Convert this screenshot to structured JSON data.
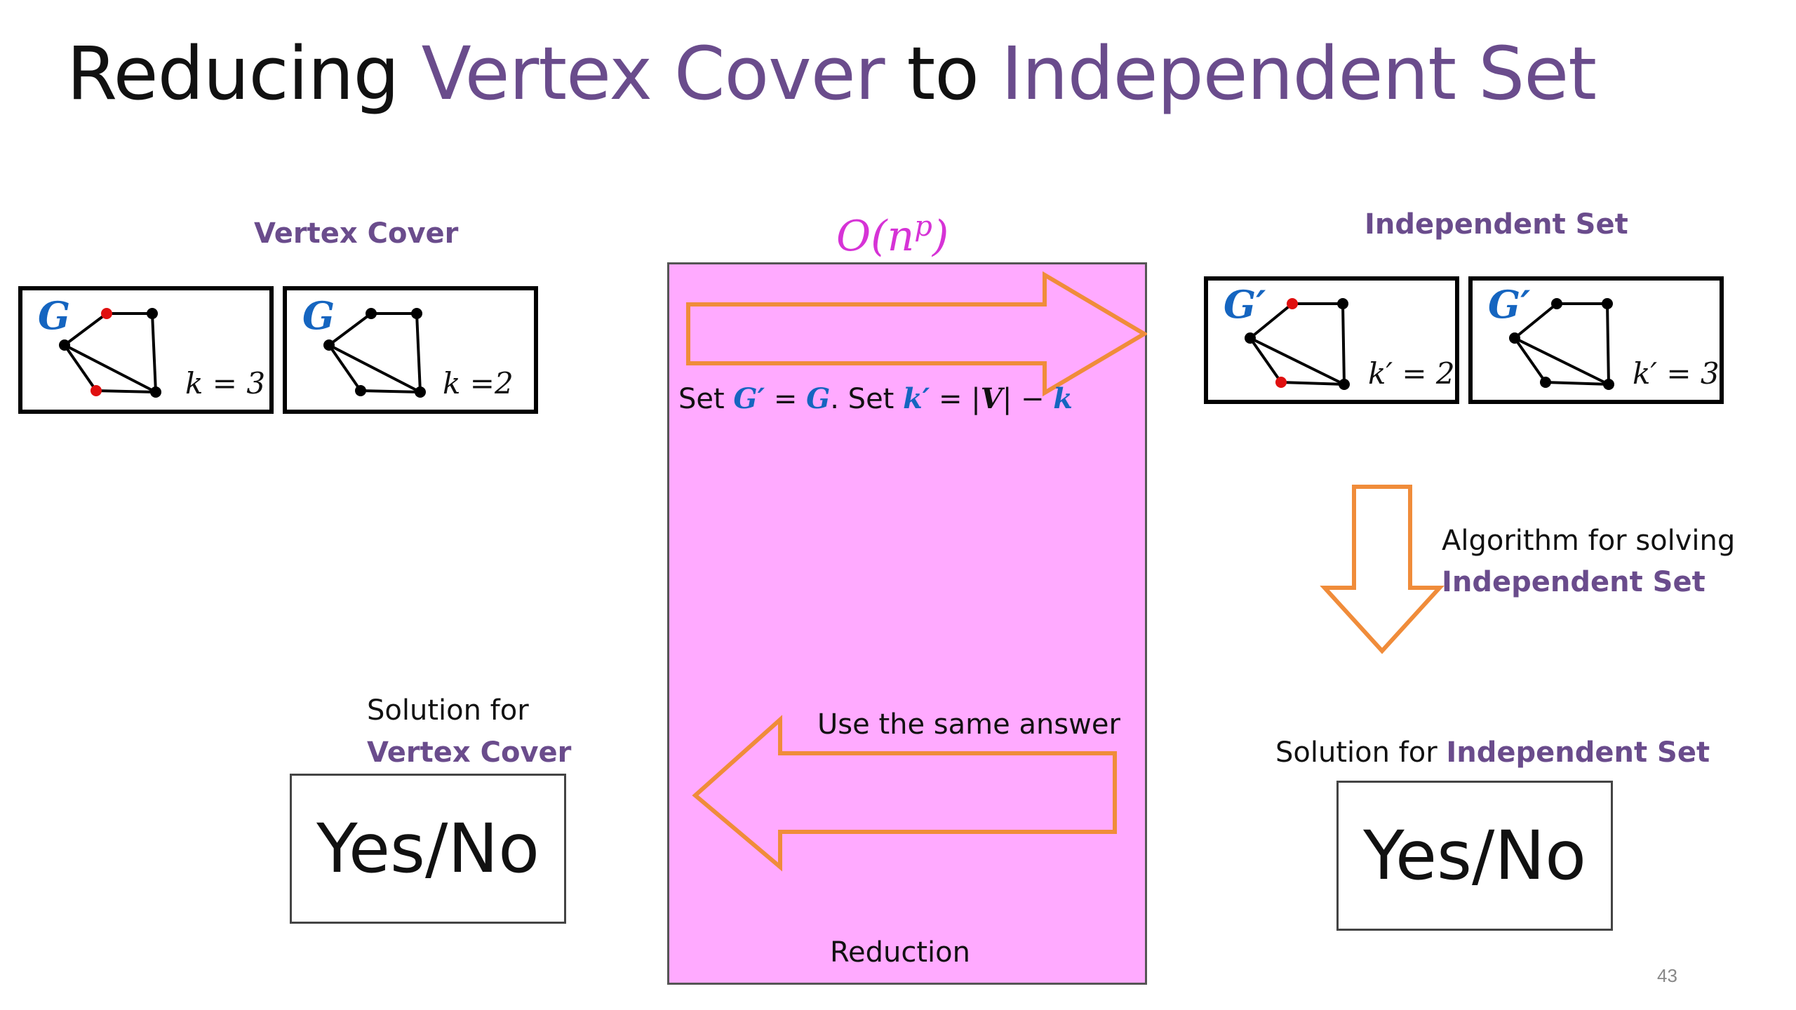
{
  "title": {
    "prefix": "Reducing ",
    "problem_a": "Vertex Cover",
    "mid": " to ",
    "problem_b": "Independent Set"
  },
  "left": {
    "heading": "Vertex Cover",
    "graph_name": "G",
    "k1": "k = 3",
    "k2": "k =2",
    "solution_line1": "Solution for",
    "solution_line2": "Vertex Cover",
    "answer": "Yes/No"
  },
  "center": {
    "complexity": "O(n^p)",
    "complexity_base": "O(n",
    "complexity_exp": "p",
    "complexity_close": ")",
    "set_g_prefix": "Set ",
    "set_g_var": "G′",
    "set_g_eq": " = ",
    "set_g_val": "G",
    "set_k_prefix": ". Set ",
    "set_k_var": "k′",
    "set_k_eq": " = |",
    "set_k_v": "V",
    "set_k_minus": "| − ",
    "set_k_k": "k",
    "same_answer": "Use the same answer",
    "reduction": "Reduction"
  },
  "right": {
    "heading": "Independent Set",
    "graph_name": "G′",
    "k1": "k′ = 2",
    "k2": "k′ = 3",
    "algo_line1": "Algorithm for solving",
    "algo_line2": "Independent Set",
    "solution_prefix": "Solution for ",
    "solution_problem": "Independent Set",
    "answer": "Yes/No"
  },
  "page_number": "43",
  "colors": {
    "purple": "#6a4c8c",
    "blue": "#1565c0",
    "magenta": "#d633d6",
    "panel": "#ffaaff",
    "arrow": "#f08c3a",
    "red_vertex": "#e01010"
  }
}
